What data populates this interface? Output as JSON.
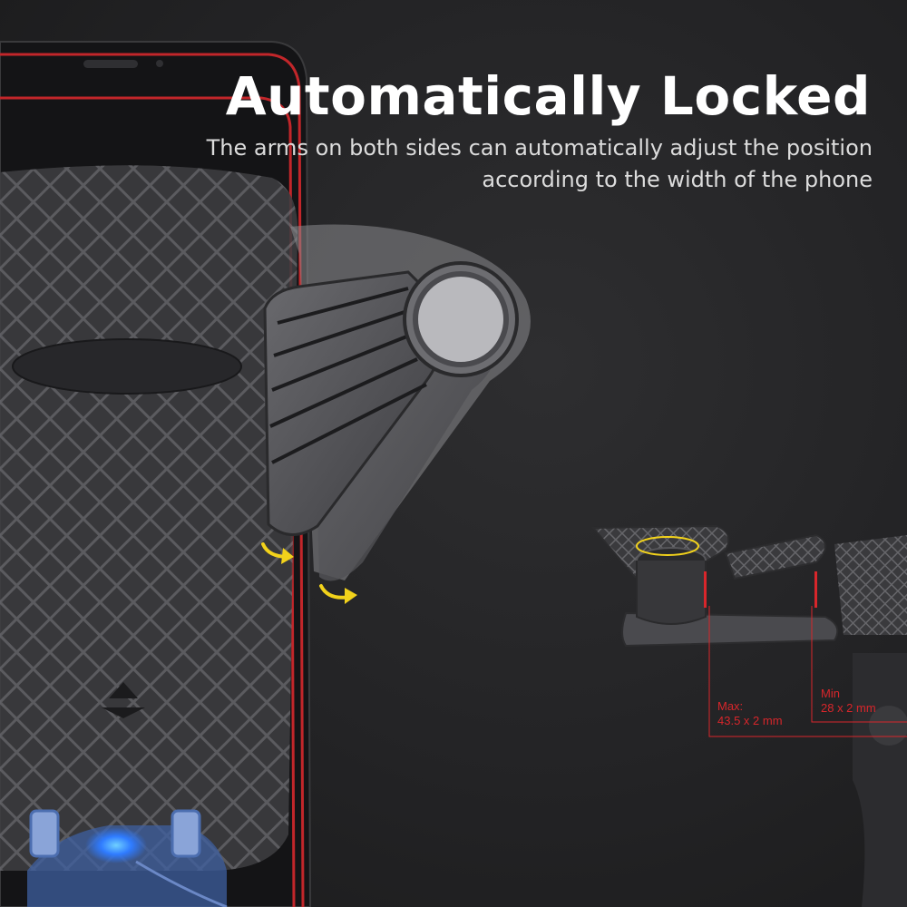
{
  "headline": "Automatically Locked",
  "description": {
    "line1": "The arms on both sides can automatically adjust the position",
    "line2": "according to the width of the phone"
  },
  "dimensions": {
    "max": {
      "label": "Max:",
      "value": "43.5 x 2 mm"
    },
    "min": {
      "label": "Min",
      "value": "28 x 2 mm"
    }
  },
  "colors": {
    "background": "#232325",
    "accent_red": "#d8262b",
    "arrow_yellow": "#f2d21b",
    "indicator_blue": "#2f7bff"
  },
  "icons": [
    "rotation-arrow-icon",
    "charging-light-icon"
  ]
}
